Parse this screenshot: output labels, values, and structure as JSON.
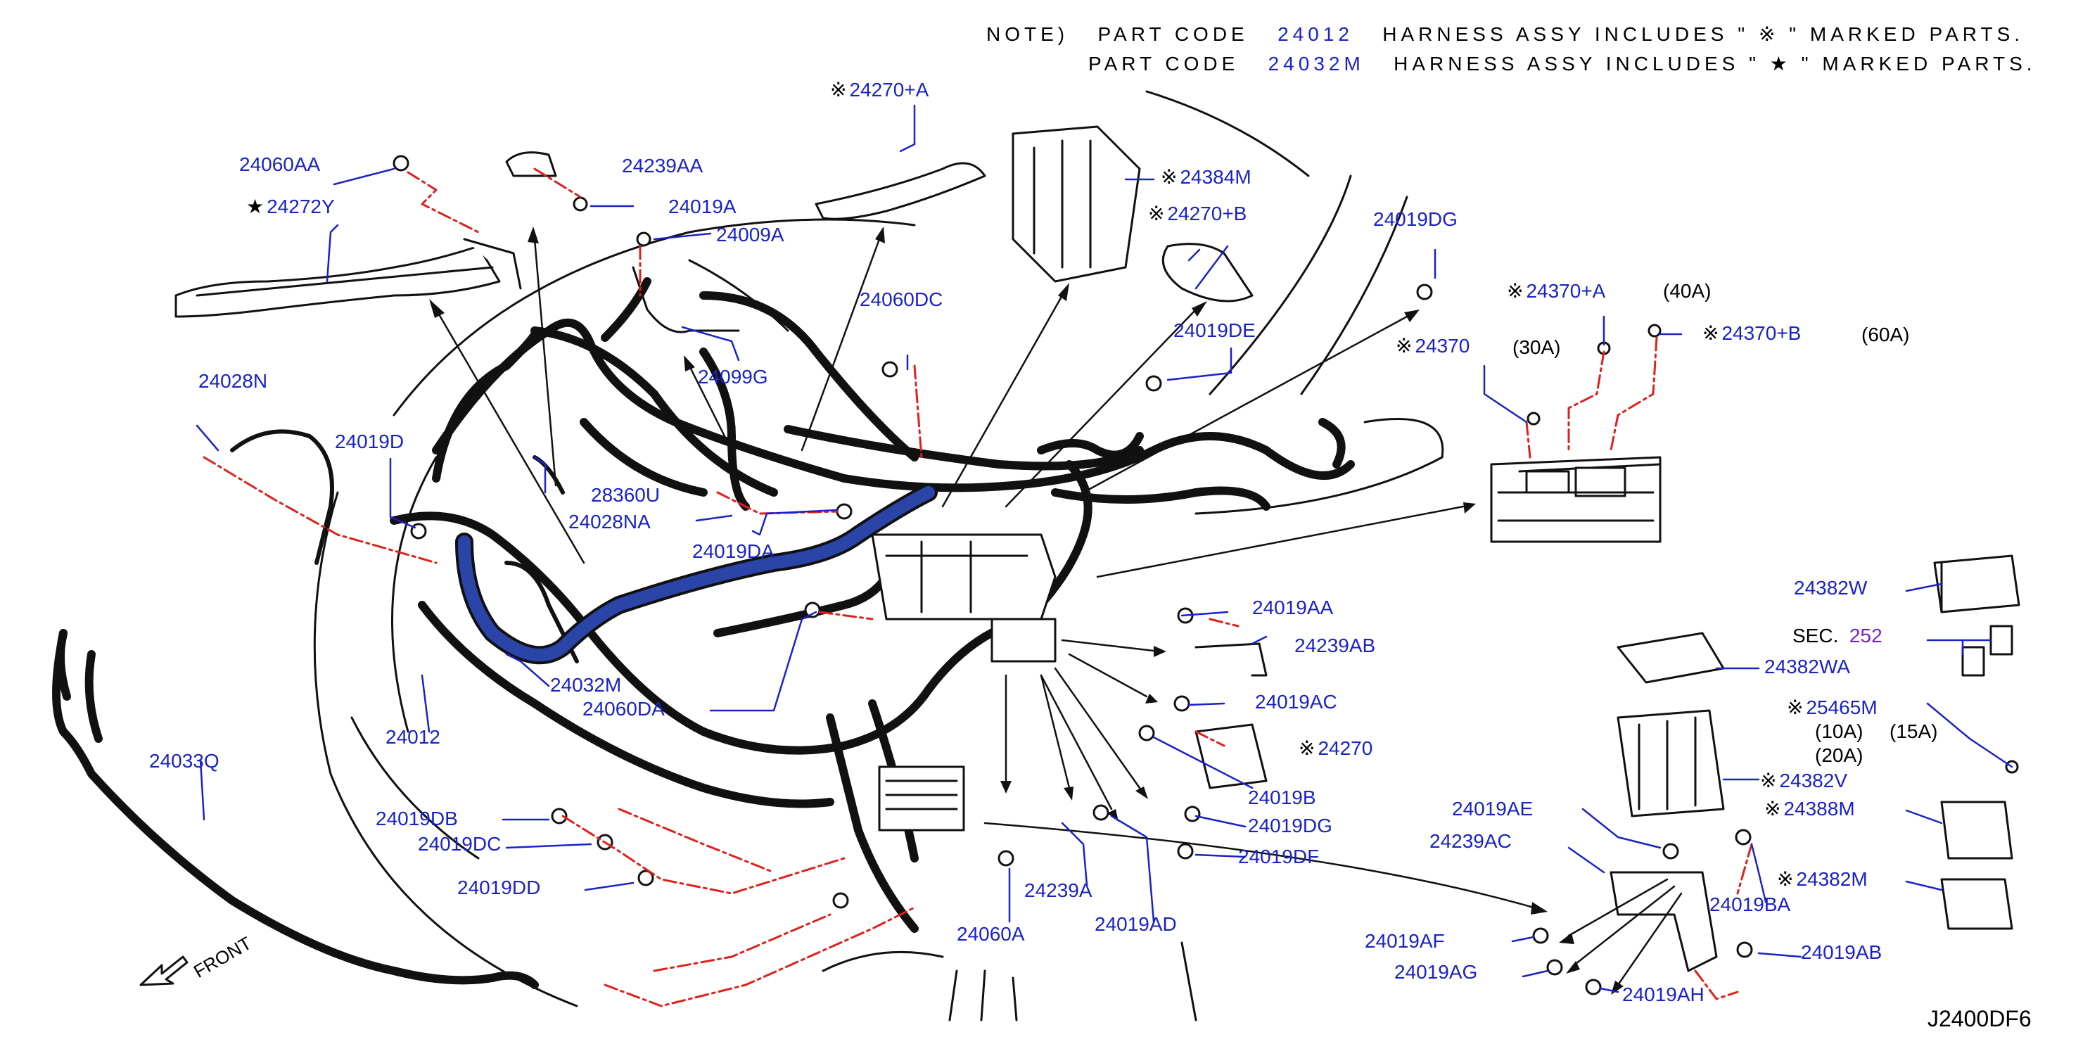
{
  "notes": {
    "line1": {
      "prefix": "NOTE)",
      "part_label": "PART CODE",
      "code": "24012",
      "text": "HARNESS ASSY INCLUDES \" ※ \" MARKED PARTS."
    },
    "line2": {
      "part_label": "PART CODE",
      "code": "24032M",
      "text": "HARNESS ASSY INCLUDES \" ★ \" MARKED PARTS."
    }
  },
  "symbols": {
    "kome": "※",
    "star": "★"
  },
  "labels": {
    "p24060AA": "24060AA",
    "p24239AA": "24239AA",
    "p24019A": "24019A",
    "p24009A": "24009A",
    "p24272Y": "24272Y",
    "p24270A": "24270+A",
    "p24384M": "24384M",
    "p24270B": "24270+B",
    "p24019DG_top": "24019DG",
    "p24060DC": "24060DC",
    "p24019DE": "24019DE",
    "p24370A": "24370+A",
    "p24370": "24370",
    "p24370B": "24370+B",
    "p24028N": "24028N",
    "p24099G": "24099G",
    "p24019D": "24019D",
    "p28360U": "28360U",
    "p24028NA": "24028NA",
    "p24019DA": "24019DA",
    "p24382W": "24382W",
    "p24019AA": "24019AA",
    "p24239AB": "24239AB",
    "p24382WA": "24382WA",
    "p24032M": "24032M",
    "p24060DA": "24060DA",
    "p24019AC": "24019AC",
    "p25465M": "25465M",
    "p24012": "24012",
    "p24270": "24270",
    "p24019B": "24019B",
    "p24382V": "24382V",
    "p24033Q": "24033Q",
    "p24019AE": "24019AE",
    "p24388M": "24388M",
    "p24019DB": "24019DB",
    "p24019DG_bot": "24019DG",
    "p24019DC": "24019DC",
    "p24239AC": "24239AC",
    "p24019DF": "24019DF",
    "p24382M": "24382M",
    "p24019DD": "24019DD",
    "p24239A": "24239A",
    "p24019BA": "24019BA",
    "p24060A": "24060A",
    "p24019AD": "24019AD",
    "p24019AF": "24019AF",
    "p24019AB": "24019AB",
    "p24019AG": "24019AG",
    "p24019AH": "24019AH"
  },
  "ratings": {
    "r40A": "(40A)",
    "r30A": "(30A)",
    "r60A": "(60A)",
    "r10A": "(10A)",
    "r15A": "(15A)",
    "r20A": "(20A)"
  },
  "section_ref": {
    "prefix": "SEC.",
    "number": "252"
  },
  "front_label": "FRONT",
  "diagram_id": "J2400DF6",
  "colors": {
    "label_blue": "#1a22c8",
    "harness_black": "#111111",
    "leader_red": "#e0201c",
    "highlight_harness": "#2a44a8",
    "section_purple": "#7a1fc9"
  }
}
